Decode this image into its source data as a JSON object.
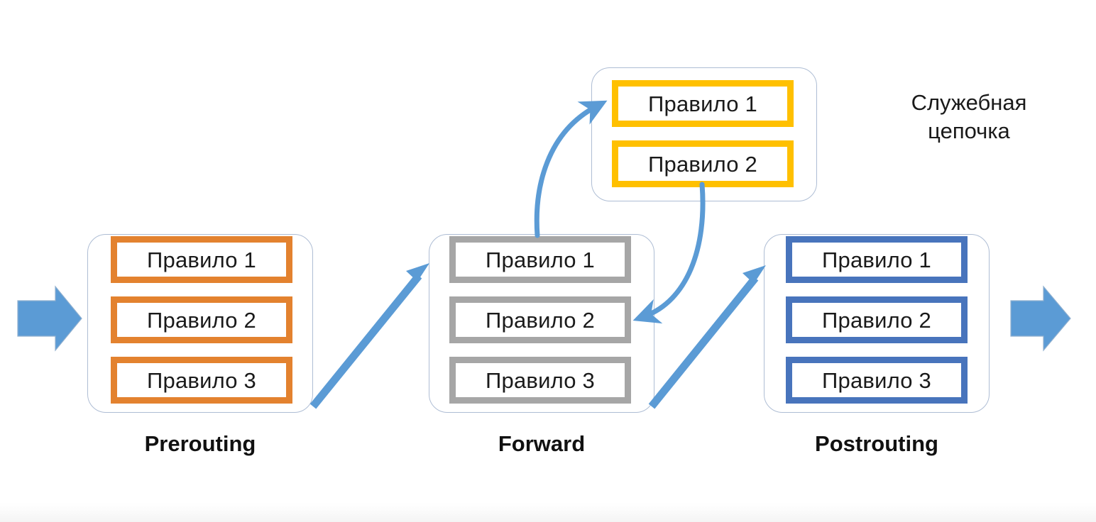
{
  "diagram": {
    "title_caption": {
      "line1": "Служебная",
      "line2": "цепочка"
    },
    "chains": [
      {
        "id": "prerouting",
        "label": "Prerouting",
        "accent": "#E3822F",
        "rules": [
          "Правило 1",
          "Правило 2",
          "Правило 3"
        ]
      },
      {
        "id": "forward",
        "label": "Forward",
        "accent": "#A6A6A6",
        "rules": [
          "Правило 1",
          "Правило 2",
          "Правило 3"
        ]
      },
      {
        "id": "postrouting",
        "label": "Postrouting",
        "accent": "#4874BC",
        "rules": [
          "Правило 1",
          "Правило 2",
          "Правило 3"
        ]
      },
      {
        "id": "service-chain",
        "label": "",
        "accent": "#FFC000",
        "rules": [
          "Правило 1",
          "Правило 2"
        ]
      }
    ],
    "arrows": {
      "accent": "#5B9BD5",
      "inbound_name": "traffic-in-arrow",
      "outbound_name": "traffic-out-arrow",
      "items": [
        "prerouting-to-forward",
        "forward-rule1-to-service-rule1",
        "service-rule2-to-forward-rule2",
        "forward-to-postrouting"
      ]
    },
    "colors": {
      "container_border": "#AEBDD4",
      "background": "#FFFFFF",
      "text": "#1A1A1A"
    }
  }
}
